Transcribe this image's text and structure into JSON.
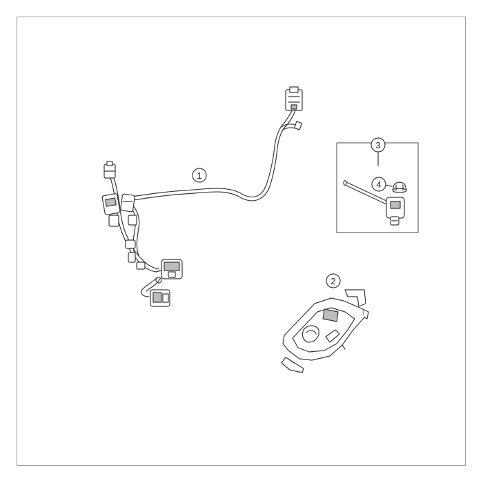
{
  "callouts": [
    {
      "id": "callout-1",
      "label": "1"
    },
    {
      "id": "callout-2",
      "label": "2"
    },
    {
      "id": "callout-3",
      "label": "3"
    },
    {
      "id": "callout-4",
      "label": "4"
    }
  ],
  "parts": [
    {
      "ref": "1",
      "icon": "wiring-harness-icon"
    },
    {
      "ref": "2",
      "icon": "mounting-bracket-icon"
    },
    {
      "ref": "3",
      "icon": "sensor-kit-icon"
    },
    {
      "ref": "4",
      "icon": "cap-icon"
    }
  ],
  "colors": {
    "line": "#3a3a3a",
    "fill": "#ffffff",
    "shade": "#bdbdbd",
    "frame": "#9a9a9a"
  }
}
